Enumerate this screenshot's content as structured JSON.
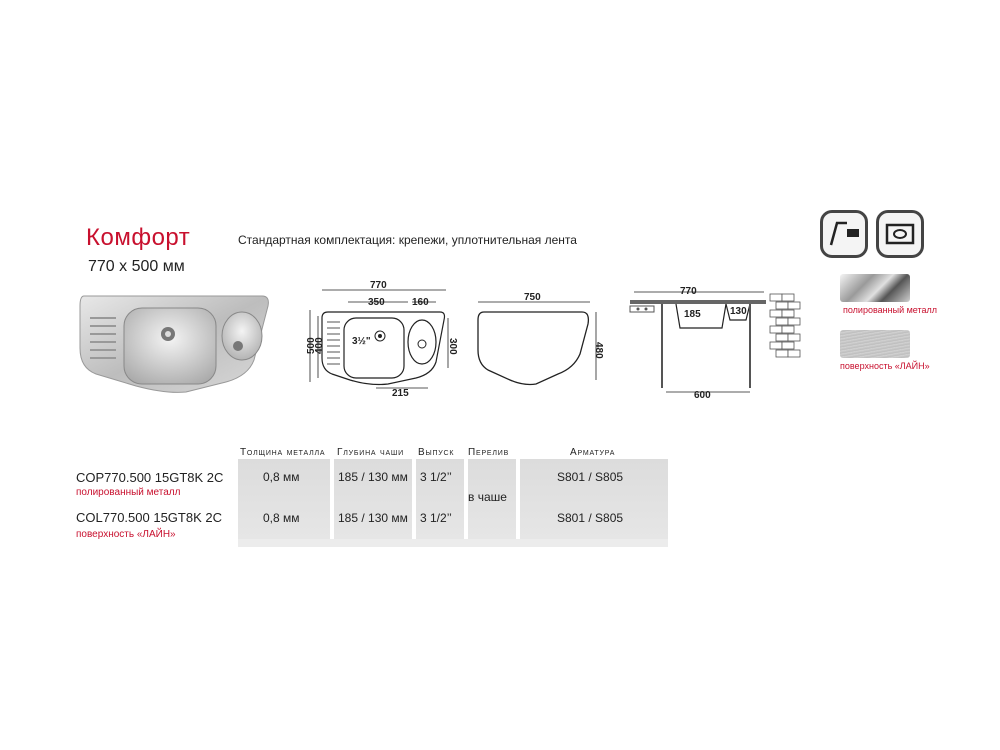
{
  "product": {
    "title": "Комфорт",
    "size": "770 х 500 мм",
    "standard_kit": "Стандартная комплектация: крепежи, уплотнительная лента"
  },
  "drawings": {
    "top_view": {
      "width_total": "770",
      "width_main": "350",
      "width_small": "160",
      "height_total": "500",
      "height_inner": "400",
      "height_small": "300",
      "drain_label": "3½\"",
      "bottom": "215"
    },
    "cutout": {
      "width": "750",
      "height": "480"
    },
    "section": {
      "width_top": "770",
      "depth_main": "185",
      "depth_small": "130",
      "width_bottom": "600"
    }
  },
  "icons": [
    {
      "name": "mount-icon",
      "label": ""
    },
    {
      "name": "bowl-icon",
      "label": ""
    }
  ],
  "finishes": [
    {
      "label": "полированный металл"
    },
    {
      "label": "поверхность «ЛАЙН»"
    }
  ],
  "table": {
    "headers": {
      "thickness": "Толщина металла",
      "depth": "Глубина чаши",
      "drain": "Выпуск",
      "overflow": "Перелив",
      "fittings": "Арматура"
    },
    "rows": [
      {
        "model": "COP770.500 15GT8K 2C",
        "finish": "полированный металл",
        "thickness": "0,8 мм",
        "depth": "185 / 130 мм",
        "drain": "3 1/2’’",
        "fittings": "S801 / S805"
      },
      {
        "model": "COL770.500 15GT8K 2C",
        "finish": "поверхность «ЛАЙН»",
        "thickness": "0,8 мм",
        "depth": "185 / 130 мм",
        "drain": "3 1/2’’",
        "fittings": "S801 / S805"
      }
    ],
    "overflow_value": "в чаше"
  },
  "colors": {
    "accent": "#c8102e",
    "cell": "#dcdcdc"
  }
}
